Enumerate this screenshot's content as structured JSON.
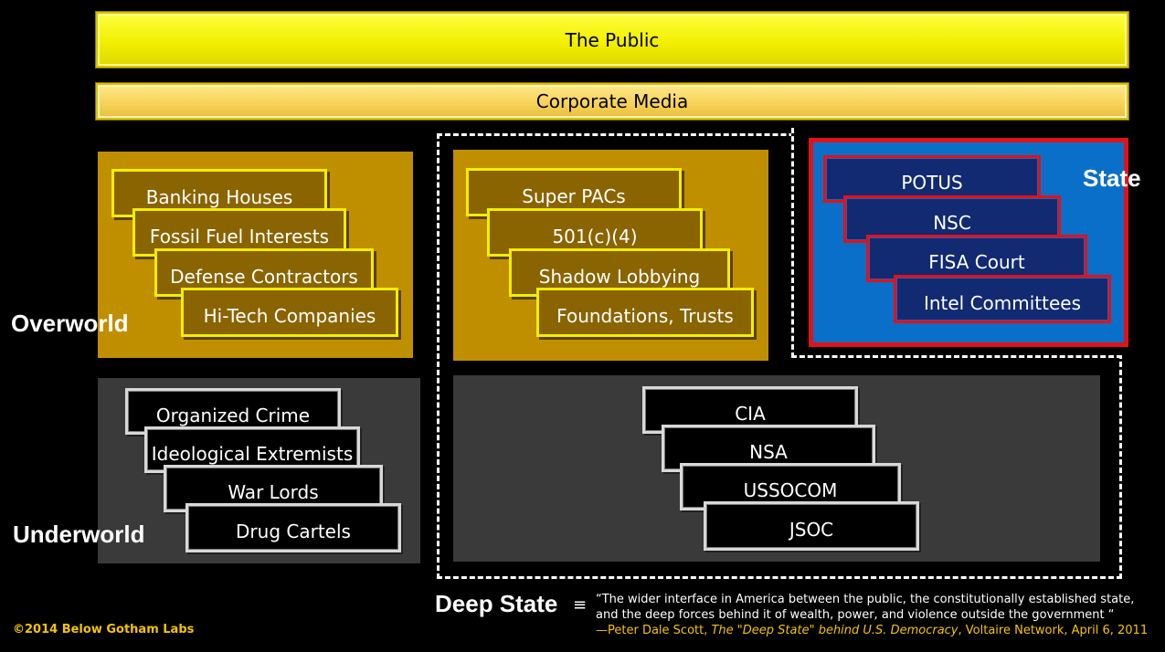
{
  "top": {
    "public_label": "The Public",
    "media_label": "Corporate Media"
  },
  "overworld": {
    "label": "Overworld",
    "industry_items": [
      "Banking Houses",
      "Fossil Fuel Interests",
      "Defense Contractors",
      "Hi-Tech Companies"
    ],
    "influence_items": [
      "Super PACs",
      "501(c)(4)",
      "Shadow Lobbying",
      "Foundations, Trusts"
    ]
  },
  "state": {
    "label": "State",
    "items": [
      "POTUS",
      "NSC",
      "FISA Court",
      "Intel Committees"
    ]
  },
  "underworld": {
    "label": "Underworld",
    "items": [
      "Organized Crime",
      "Ideological Extremists",
      "War Lords",
      "Drug Cartels"
    ]
  },
  "deep_state": {
    "label": "Deep State",
    "equiv_symbol": "≡",
    "items": [
      "CIA",
      "NSA",
      "USSOCOM",
      "JSOC"
    ],
    "quote_line1": "“The wider interface in America between the public, the constitutionally established state,",
    "quote_line2": "and the deep forces behind it of wealth, power, and violence outside the government “",
    "attrib_prefix": "—Peter Dale Scott, ",
    "attrib_title": "The \"Deep State\" behind U.S. Democracy",
    "attrib_suffix": ", Voltaire Network, April 6, 2011"
  },
  "footer": {
    "copyright": "©2014 Below Gotham Labs"
  },
  "colors": {
    "public_bar": "#f2ef00",
    "media_bar": "#f7d35a",
    "gold_panel": "#c08f00",
    "gray_panel": "#3a3a3a",
    "state_panel": "#0a6fc8",
    "state_border": "#e0121a",
    "accent_text": "#f5c400"
  }
}
